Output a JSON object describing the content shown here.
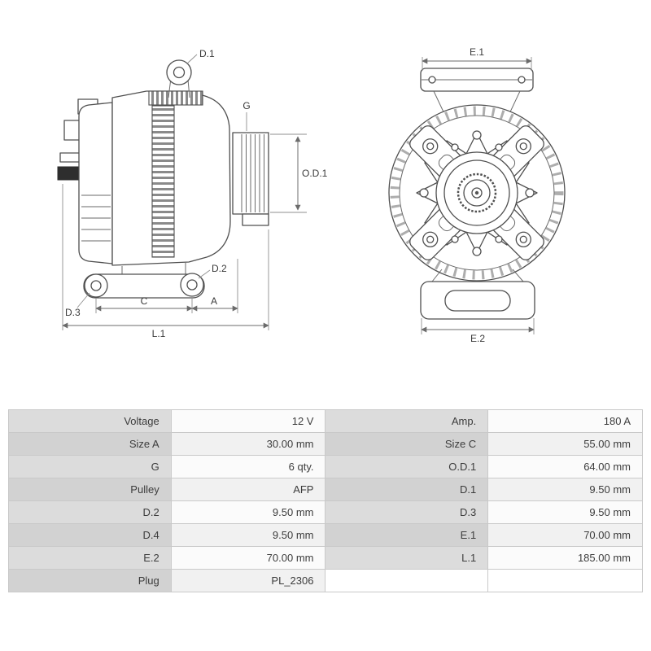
{
  "diagram": {
    "side_view_labels": {
      "d1": "D.1",
      "g": "G",
      "od1": "O.D.1",
      "d2": "D.2",
      "d3": "D.3",
      "c": "C",
      "a": "A",
      "l1": "L.1"
    },
    "front_view_labels": {
      "e1": "E.1",
      "e2": "E.2"
    }
  },
  "spec_table": {
    "rows": [
      {
        "label1": "Voltage",
        "value1": "12 V",
        "label2": "Amp.",
        "value2": "180 A"
      },
      {
        "label1": "Size A",
        "value1": "30.00 mm",
        "label2": "Size C",
        "value2": "55.00 mm"
      },
      {
        "label1": "G",
        "value1": "6 qty.",
        "label2": "O.D.1",
        "value2": "64.00 mm"
      },
      {
        "label1": "Pulley",
        "value1": "AFP",
        "label2": "D.1",
        "value2": "9.50 mm"
      },
      {
        "label1": "D.2",
        "value1": "9.50 mm",
        "label2": "D.3",
        "value2": "9.50 mm"
      },
      {
        "label1": "D.4",
        "value1": "9.50 mm",
        "label2": "E.1",
        "value2": "70.00 mm"
      },
      {
        "label1": "E.2",
        "value1": "70.00 mm",
        "label2": "L.1",
        "value2": "185.00 mm"
      },
      {
        "label1": "Plug",
        "value1": "PL_2306",
        "label2": "",
        "value2": ""
      }
    ]
  },
  "colors": {
    "part_stroke": "#4f4f4f",
    "dim_line": "#6b6b6b",
    "table_label_bg": "#dcdcdc",
    "table_label_bg_alt": "#d2d2d2",
    "table_value_bg": "#fbfbfb",
    "table_value_bg_alt": "#f1f1f1",
    "text": "#3c3c3c"
  }
}
